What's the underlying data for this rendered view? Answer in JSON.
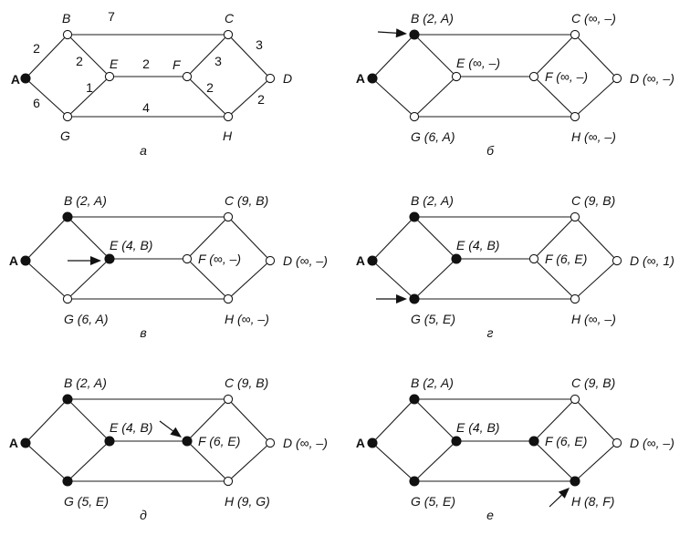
{
  "panels": [
    {
      "id": "a",
      "caption": "а",
      "labels": {
        "A": "A",
        "B": "B",
        "C": "C",
        "D": "D",
        "E": "E",
        "F": "F",
        "G": "G",
        "H": "H"
      },
      "weights": {
        "AB": "2",
        "AG": "6",
        "BC": "7",
        "BE": "2",
        "EG": "1",
        "EF": "2",
        "GH": "4",
        "CF": "3",
        "FH": "2",
        "CD": "3",
        "DH": "2"
      },
      "filled": [
        "A"
      ],
      "arrow": null
    },
    {
      "id": "b",
      "caption": "б",
      "labels": {
        "A": "A",
        "B": "B (2, A)",
        "C": "C (∞, –)",
        "D": "D (∞, –)",
        "E": "E (∞, –)",
        "F": "F (∞, –)",
        "G": "G (6, A)",
        "H": "H (∞, –)"
      },
      "weights": {},
      "filled": [
        "A",
        "B"
      ],
      "arrow": "B"
    },
    {
      "id": "v",
      "caption": "в",
      "labels": {
        "A": "A",
        "B": "B (2, A)",
        "C": "C (9, B)",
        "D": "D (∞, –)",
        "E": "E (4, B)",
        "F": "F (∞, –)",
        "G": "G (6, A)",
        "H": "H (∞, –)"
      },
      "weights": {},
      "filled": [
        "A",
        "B",
        "E"
      ],
      "arrow": "E"
    },
    {
      "id": "g",
      "caption": "г",
      "labels": {
        "A": "A",
        "B": "B (2, A)",
        "C": "C (9, B)",
        "D": "D (∞, 1)",
        "E": "E (4, B)",
        "F": "F (6, E)",
        "G": "G (5, E)",
        "H": "H (∞, –)"
      },
      "weights": {},
      "filled": [
        "A",
        "B",
        "E",
        "G"
      ],
      "arrow": "G"
    },
    {
      "id": "d",
      "caption": "д",
      "labels": {
        "A": "A",
        "B": "B (2, A)",
        "C": "C (9, B)",
        "D": "D (∞, –)",
        "E": "E (4, B)",
        "F": "F (6, E)",
        "G": "G (5, E)",
        "H": "H (9, G)"
      },
      "weights": {},
      "filled": [
        "A",
        "B",
        "E",
        "G",
        "F"
      ],
      "arrow": "F"
    },
    {
      "id": "e",
      "caption": "е",
      "labels": {
        "A": "A",
        "B": "B (2, A)",
        "C": "C (9, B)",
        "D": "D (∞, –)",
        "E": "E (4, B)",
        "F": "F (6, E)",
        "G": "G (5, E)",
        "H": "H (8, F)"
      },
      "weights": {},
      "filled": [
        "A",
        "B",
        "E",
        "G",
        "F",
        "H"
      ],
      "arrow": "H"
    }
  ]
}
